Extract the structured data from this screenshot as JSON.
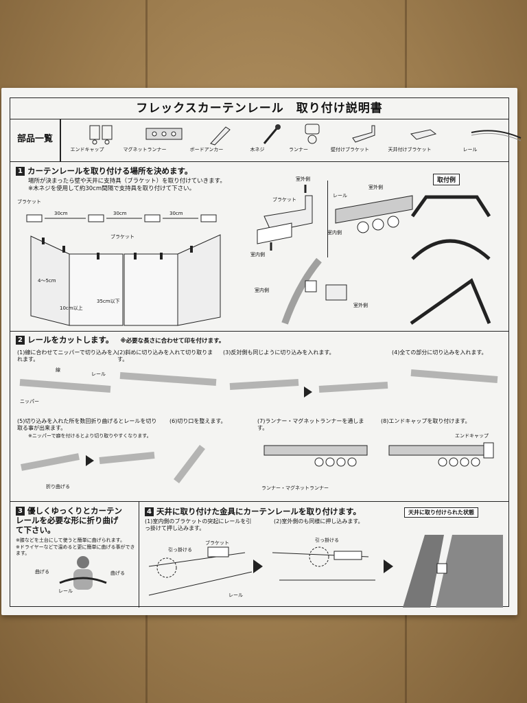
{
  "title": "フレックスカーテンレール　取り付け説明書",
  "parts": {
    "label": "部品一覧",
    "items": [
      {
        "name": "エンドキャップ",
        "icon": "end-cap-icon"
      },
      {
        "name": "マグネットランナー",
        "icon": "magnet-runner-icon"
      },
      {
        "name": "ボードアンカー",
        "icon": "board-anchor-icon"
      },
      {
        "name": "木ネジ",
        "icon": "wood-screw-icon"
      },
      {
        "name": "ランナー",
        "icon": "runner-icon"
      },
      {
        "name": "壁付けブラケット",
        "icon": "wall-bracket-icon"
      },
      {
        "name": "天井付けブラケット",
        "icon": "ceiling-bracket-icon"
      },
      {
        "name": "レール",
        "icon": "rail-icon"
      }
    ]
  },
  "section1": {
    "num": "1",
    "heading": "カーテンレールを取り付ける場所を決めます。",
    "text1": "場所が決まったら壁や天井に支持具（ブラケット）を取り付けていきます。",
    "text2": "※木ネジを使用して約30cm間隔で支持具を取り付けて下さい。",
    "bracket": "ブラケット",
    "spacing": "30cm",
    "bracket2": "ブラケット",
    "dim1": "4～5cm",
    "dim2": "10cm以上",
    "dim3": "35cm以下",
    "outside": "室外側",
    "inside": "室内側",
    "rail": "レール",
    "outside2": "室外側",
    "inside2": "室内側",
    "bracket3": "ブラケット",
    "inside3": "室内側",
    "outside3": "室外側",
    "example": "取付例"
  },
  "section2": {
    "num": "2",
    "heading": "レールをカットします。",
    "note": "※必要な長さに合わせて印を付けます。",
    "steps": [
      "(1)線に合わせてニッパーで切り込みを入れます。",
      "(2)斜めに切り込みを入れて切り取ります。",
      "(3)反対側も同じように切り込みを入れます。",
      "(4)全ての部分に切り込みを入れます。",
      "(5)切り込みを入れた所を数回折り曲げるとレールを切り取る事が出来ます。",
      "(6)切り口を整えます。",
      "(7)ランナー・マグネットランナーを通します。",
      "(8)エンドキャップを取り付けます。"
    ],
    "step5_note": "※ニッパーで癖を付けるとより切り取りやすくなります。",
    "line": "線",
    "rail": "レール",
    "nipper": "ニッパー",
    "bend": "折り曲げる",
    "runners": "ランナー・マグネットランナー",
    "endcap": "エンドキャップ"
  },
  "section3": {
    "num": "3",
    "heading": "優しくゆっくりとカーテンレールを必要な形に折り曲げて下さい。",
    "note1": "※膝などを土台にして使うと簡単に曲げられます。",
    "note2": "※ドライヤーなどで温めると更に簡単に曲げる事ができます。",
    "bend_left": "曲げる",
    "bend_right": "曲げる",
    "rail": "レール"
  },
  "section4": {
    "num": "4",
    "heading": "天井に取り付けた金具にカーテンレールを取り付けます。",
    "step1": "(1)室内側のブラケットの突起にレールを引っ掛けて押し込みます。",
    "step2": "(2)室外側のも同様に押し込みます。",
    "hook1": "引っ掛ける",
    "bracket": "ブラケット",
    "rail": "レール",
    "hook2": "引っ掛ける",
    "state": "天井に取り付けられた状態"
  }
}
